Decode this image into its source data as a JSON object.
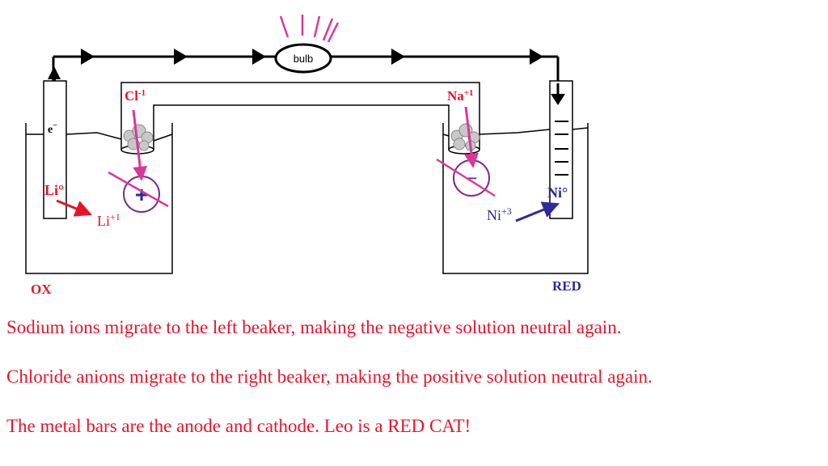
{
  "diagram": {
    "bulb_label": "bulb",
    "electron_label": "e",
    "electron_charge": "−",
    "chloride": {
      "base": "Cl",
      "charge": "-1"
    },
    "sodium": {
      "base": "Na",
      "charge": "+1"
    },
    "lithium_metal": "Li°",
    "lithium_ion": {
      "base": "Li",
      "charge": "+1"
    },
    "nickel_metal": "Ni°",
    "nickel_ion": {
      "base": "Ni",
      "charge": "+3"
    },
    "left_solution_sign": "+",
    "right_solution_sign": "−",
    "left_beaker_label": "OX",
    "right_beaker_label": "RED"
  },
  "captions": [
    "Sodium ions migrate to the left beaker, making the negative solution neutral again.",
    "Chloride anions migrate to the right beaker, making the positive solution neutral again.",
    "The metal bars are the anode and cathode.  Leo is a RED CAT!"
  ],
  "colors": {
    "red": "#e8132a",
    "magenta": "#d9389a",
    "purple": "#7b2a8a",
    "blue": "#2e2a9c",
    "black": "#000000",
    "cotton": "#c8c8c8"
  }
}
